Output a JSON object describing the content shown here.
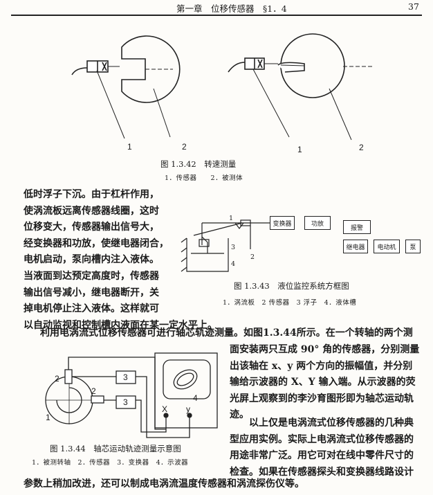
{
  "header": {
    "chapter": "第一章　位移传感器　§1．4",
    "page_number": "37"
  },
  "fig42": {
    "caption": "图 1.3.42　转速测量",
    "legend": "1．传感器　　2．被测体",
    "labels": [
      "1",
      "2",
      "1",
      "2"
    ]
  },
  "fig43": {
    "caption": "图 1.3.43　液位监控系统方框图",
    "legend": "1．涡流板　2 传感器　3 浮子　4．液体槽",
    "blocks": {
      "converter": "变换器",
      "amplifier": "功放",
      "alarm": "报警",
      "relay": "继电器",
      "motor": "电动机",
      "pump": "泵"
    },
    "labels": [
      "1",
      "2",
      "3",
      "4"
    ]
  },
  "fig44": {
    "caption": "图 1.3.44　轴芯运动轨迹测量示意图",
    "legend": "1．被测转轴　2．传感器　3．变换器　4．示波器",
    "labels": [
      "2",
      "2",
      "3",
      "3",
      "1",
      "4",
      "X",
      "y"
    ]
  },
  "text": {
    "p1": [
      "低时浮子下沉。由于杠杆作用，",
      "使涡流板远离传感器线圈，这时",
      "位移变大，传感器输出信号大，",
      "经变换器和功放，使继电器闭合，",
      "电机启动，泵向槽内注入液体。",
      "当液面到达预定高度时，传感器",
      "输出信号减小，继电器断开，关",
      "掉电机停止注入液体。这样就可",
      "以自动监视和控制槽内液面在某一定水平上。"
    ],
    "p2": [
      "利用电涡流式位移传感器可进行轴芯轨迹测量。如图1.3.44所示。在一个转轴的两个测",
      "面安装两只互成 90° 角的传感器，分别测量",
      "出该轴在 x、y 两个方向的振幅值，并分别",
      "输给示波器的 X、Y 输入端。从示波器的荧",
      "光屏上观察到的李沙育图形即为轴芯运动轨",
      "迹。"
    ],
    "p3": [
      "以上仅是电涡流式位移传感器的几种典",
      "型应用实例。实际上电涡流式位移传感器的",
      "用途非常广泛。用它可对在线中零件尺寸的",
      "检查。如果在传感器探头和变换器线路设计",
      "参数上稍加改进，还可以制成电涡流温度传感器和涡流探伤仪等。"
    ]
  }
}
